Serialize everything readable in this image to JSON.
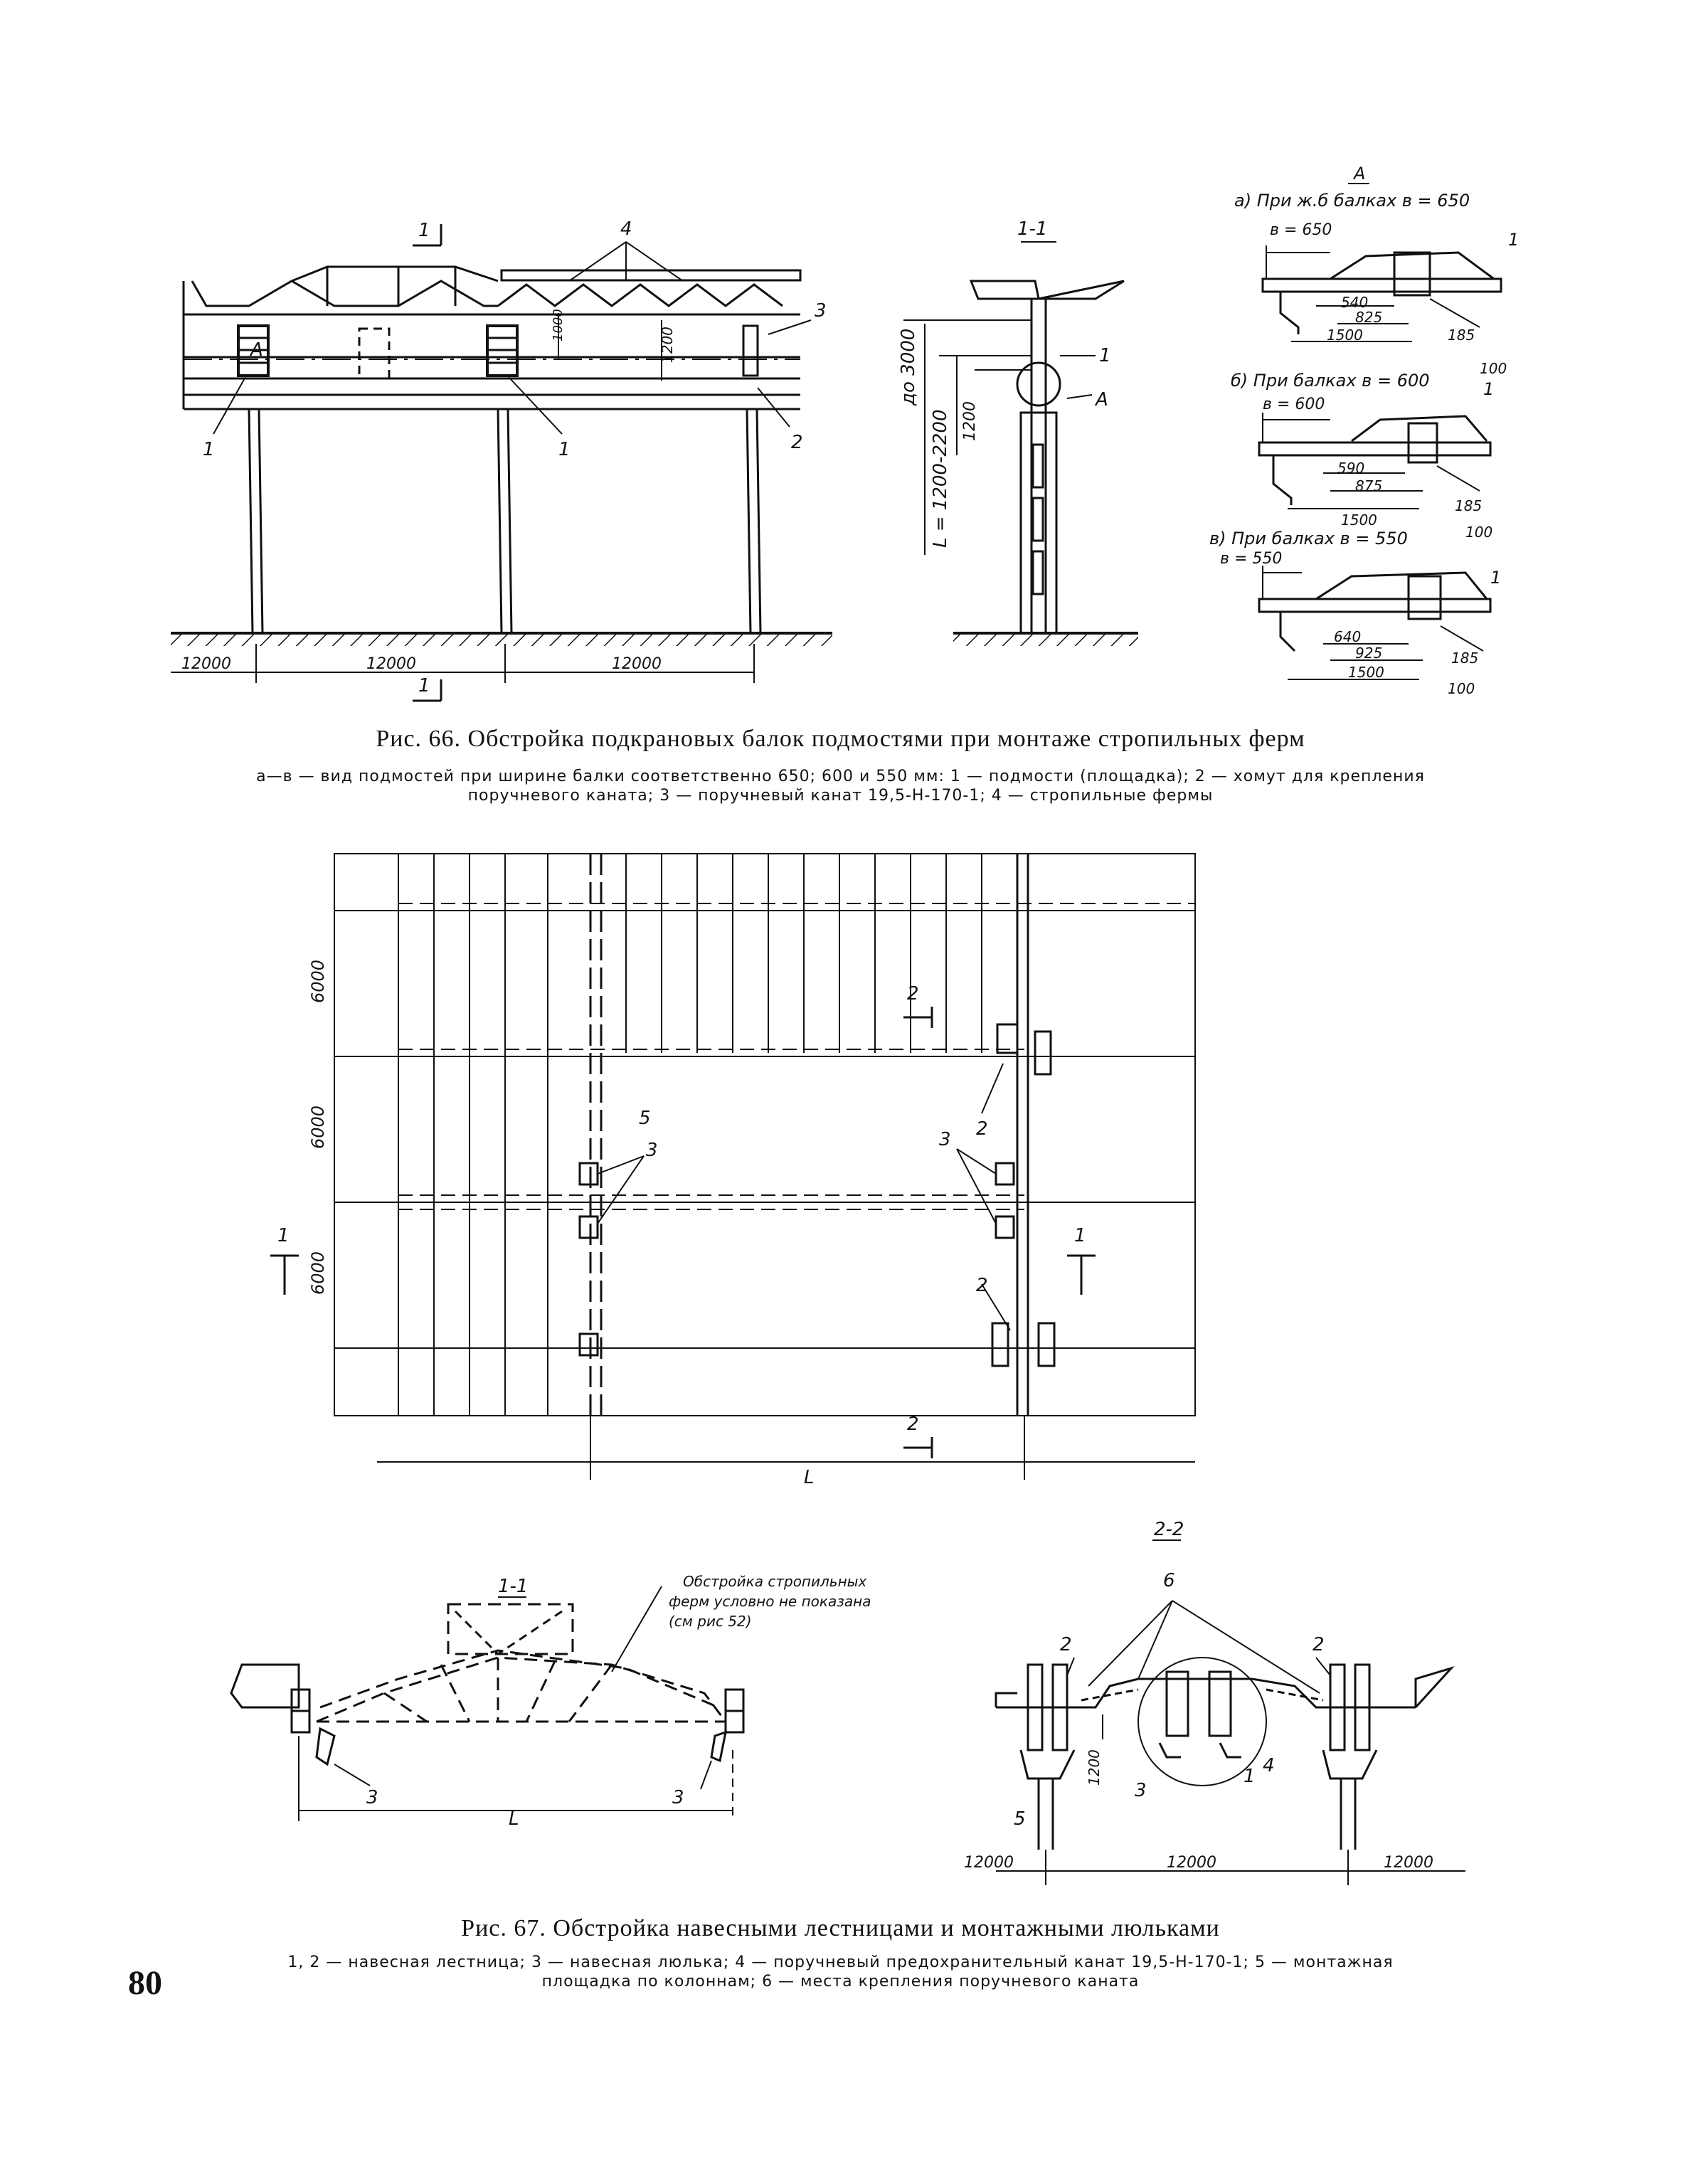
{
  "page_number": "80",
  "fig66": {
    "title": "Рис. 66. Обстройка подкрановых балок подмостями при монтаже стропильных ферм",
    "legend_line1": "а—в — вид подмостей при ширине балки соответственно 650; 600 и 550 мм: 1 — подмости (площадка); 2 — хомут для крепления",
    "legend_line2": "поручневого каната; 3 — поручневый канат 19,5-Н-170-1; 4 — стропильные фермы",
    "elevation": {
      "section_mark": "1",
      "labels": {
        "l4": "4",
        "l3": "3",
        "l1a": "1",
        "l1b": "1",
        "l2": "2",
        "dimA": "A",
        "d1000": "1000",
        "d1200": "1200"
      },
      "spans": [
        "12000",
        "12000",
        "12000"
      ]
    },
    "section11": {
      "title": "1-1",
      "labels": {
        "up_to": "до 3000",
        "L": "L = 1200-2200",
        "h": "1200",
        "n1": "1",
        "nA": "A"
      }
    },
    "detailA": {
      "title": "A",
      "a": {
        "caption": "а) При ж.б балках в = 650",
        "b": "в = 650",
        "d540": "540",
        "d825": "825",
        "d1500": "1500",
        "d185": "185",
        "d100": "100",
        "n1": "1"
      },
      "b": {
        "caption": "б) При балках в = 600",
        "b": "в = 600",
        "d590": "590",
        "d875": "875",
        "d1500": "1500",
        "d185": "185",
        "d100": "100",
        "n1": "1"
      },
      "c": {
        "caption": "в) При балках в = 550",
        "b": "в = 550",
        "d640": "640",
        "d925": "925",
        "d1500": "1500",
        "d185": "185",
        "d100": "100",
        "n1": "1"
      }
    }
  },
  "fig67": {
    "title": "Рис. 67. Обстройка навесными лестницами и монтажными люльками",
    "legend_line1": "1, 2 — навесная лестница; 3 — навесная люлька; 4 — поручневый предохранительный канат 19,5-Н-170-1; 5 — монтажная",
    "legend_line2": "площадка по колоннам; 6 — места крепления поручневого каната",
    "plan": {
      "dims": [
        "6000",
        "6000",
        "6000"
      ],
      "span": "L",
      "marks": {
        "s2": "2",
        "s1": "1",
        "n5": "5",
        "n3a": "3",
        "n3b": "3",
        "n2a": "2",
        "n2b": "2"
      }
    },
    "section11": {
      "title": "1-1",
      "note_line1": "Обстройка стропильных",
      "note_line2": "ферм условно не показана",
      "note_line3": "(см рис 52)",
      "n3a": "3",
      "n3b": "3",
      "span": "L"
    },
    "section22": {
      "title": "2-2",
      "n6": "6",
      "n2a": "2",
      "n2b": "2",
      "n5": "5",
      "n3": "3",
      "n1": "1",
      "n4": "4",
      "h": "1200",
      "spans": [
        "12000",
        "12000",
        "12000"
      ]
    }
  }
}
